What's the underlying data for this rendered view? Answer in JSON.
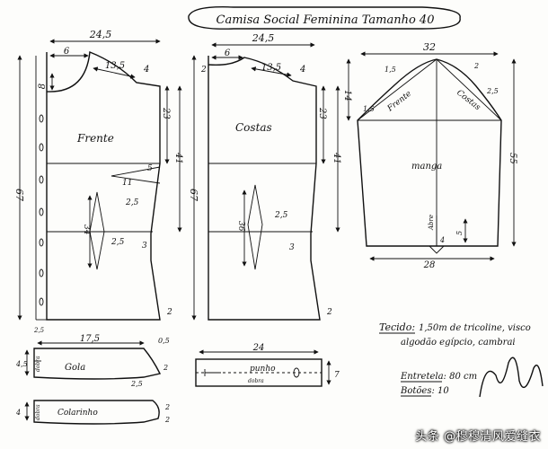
{
  "title": "Camisa Social Feminina Tamanho 40",
  "front": {
    "label": "Frente",
    "width": "24,5",
    "neck": "6",
    "shoulder": "13,5",
    "side_small": "4",
    "top_left": "8",
    "armhole": "23",
    "half_len": "41",
    "total_len": "67",
    "dart_w": "5",
    "bust": "11",
    "dart_a": "2,5",
    "dart_len": "34",
    "dart_b": "2,5",
    "side_inc": "3",
    "hem": "2",
    "placket": "2,5"
  },
  "back": {
    "label": "Costas",
    "width": "24,5",
    "neck": "6",
    "shoulder": "13,5",
    "side_small": "4",
    "top_left": "2",
    "armhole": "23",
    "half_len": "41",
    "total_len": "67",
    "dart_len": "36",
    "dart_a": "2,5",
    "side_inc": "3",
    "hem": "2"
  },
  "sleeve": {
    "label": "manga",
    "top_width": "32",
    "cap": "14",
    "length": "55",
    "bottom": "28",
    "cap_a": "1,5",
    "cap_b": "2",
    "cap_c": "1,5",
    "cap_d": "2,5",
    "front_label": "Frente",
    "back_label": "Costas",
    "vent_label": "Abre",
    "vent_small": "4",
    "vent_len": "5"
  },
  "collar_stand": {
    "label": "Gola",
    "top": "17,5",
    "right_top": "0,5",
    "left_h": "4,5",
    "tip_a": "2",
    "tip_b": "2,5",
    "fold": "dobra"
  },
  "collar_band": {
    "label": "Colarinho",
    "left_h": "4",
    "tip_a": "2",
    "tip_b": "2",
    "fold": "dobra"
  },
  "cuff": {
    "label": "punho",
    "fold": "dobra",
    "width": "24",
    "height": "7"
  },
  "notes": {
    "fabric_label": "Tecido:",
    "fabric_line1": "1,50m de tricoline, visco",
    "fabric_line2": "algodão egípcio, cambrai",
    "interfacing": "Entretela: 80 cm",
    "buttons": "Botões: 10"
  },
  "watermark": "头条 @穆穆清风爱缝衣"
}
